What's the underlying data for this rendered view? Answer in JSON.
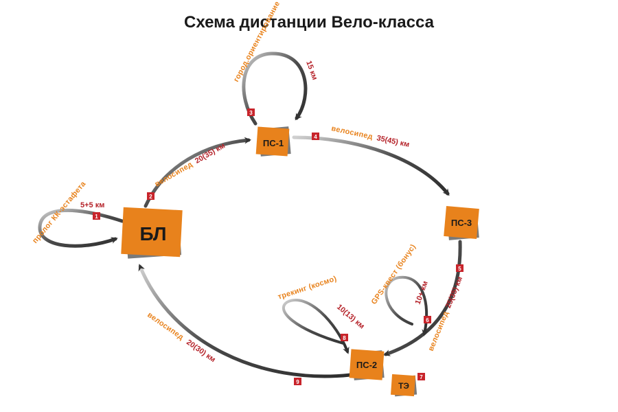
{
  "title": "Схема дистанции Вело-класса",
  "colors": {
    "node_orange": "#e8821c",
    "node_shadow": "#7a7a7a",
    "label_orange": "#e8831e",
    "label_red": "#b5232a",
    "badge_red": "#c8242b",
    "arrow_dark": "#3a3a3a",
    "arrow_light": "#bdbdbd"
  },
  "nodes": {
    "bl": "БЛ",
    "ps1": "ПС-1",
    "ps2": "ПС-2",
    "ps3": "ПС-3",
    "te": "ТЭ"
  },
  "segments": {
    "s1": {
      "num": "1",
      "name": "пролог КК-эстафета",
      "dist": "5+5 км"
    },
    "s2": {
      "num": "2",
      "name": "велосипед",
      "dist": "20(35) км"
    },
    "s3": {
      "num": "3",
      "name": "город.ориентирование",
      "dist": "15 км"
    },
    "s4": {
      "num": "4",
      "name": "велосипед",
      "dist": "35(45) км"
    },
    "s5": {
      "num": "5",
      "name": "велосипед",
      "dist": "25(35) км"
    },
    "s6": {
      "num": "6",
      "name": "GPS-квест (бонус)",
      "dist": "10+ км"
    },
    "s7": {
      "num": "7"
    },
    "s8": {
      "num": "8",
      "name": "трекинг (космо)",
      "dist": "10(13) км"
    },
    "s9": {
      "num": "9",
      "name": "велосипед",
      "dist": "20(30) км"
    }
  }
}
